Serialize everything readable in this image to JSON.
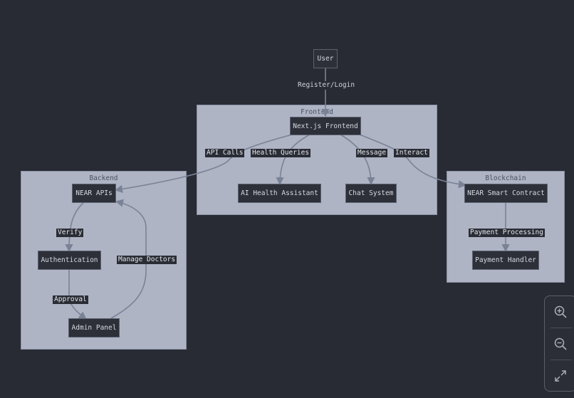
{
  "diagram": {
    "clusters": {
      "frontend": "Frontend",
      "backend": "Backend",
      "blockchain": "Blockchain"
    },
    "nodes": {
      "user": "User",
      "nextjs": "Next.js Frontend",
      "ai": "AI Health Assistant",
      "chat": "Chat System",
      "near_apis": "NEAR APIs",
      "auth": "Authentication",
      "admin": "Admin Panel",
      "contract": "NEAR Smart Contract",
      "payment": "Payment Handler"
    },
    "edges": {
      "register": "Register/Login",
      "api_calls": "API Calls",
      "health_queries": "Health Queries",
      "message": "Message",
      "interact": "Interact",
      "verify": "Verify",
      "approval": "Approval",
      "manage_doctors": "Manage Doctors",
      "payment_processing": "Payment Processing"
    }
  },
  "controls": {
    "zoom_in": "zoom-in-icon",
    "zoom_out": "zoom-out-icon",
    "fit": "expand-icon"
  },
  "colors": {
    "background": "#282b33",
    "cluster_fill": "#aeb4c4",
    "node_fill": "#2d3039",
    "edge": "#7a8296"
  }
}
